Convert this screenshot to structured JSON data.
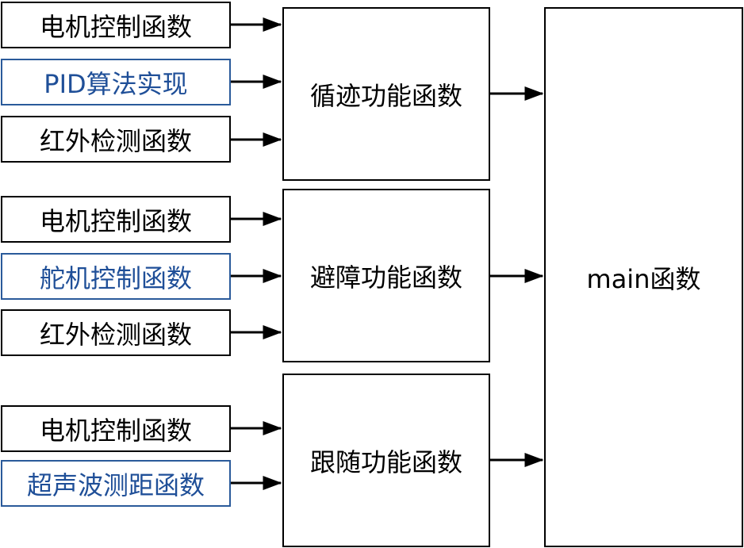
{
  "inputs": [
    {
      "label": "电机控制函数",
      "color": "#000000"
    },
    {
      "label": "PID算法实现",
      "color": "#1f4f98"
    },
    {
      "label": "红外检测函数",
      "color": "#000000"
    },
    {
      "label": "电机控制函数",
      "color": "#000000"
    },
    {
      "label": "舵机控制函数",
      "color": "#1f4f98"
    },
    {
      "label": "红外检测函数",
      "color": "#000000"
    },
    {
      "label": "电机控制函数",
      "color": "#000000"
    },
    {
      "label": "超声波测距函数",
      "color": "#1f4f98"
    }
  ],
  "functions": [
    {
      "label": "循迹功能函数"
    },
    {
      "label": "避障功能函数"
    },
    {
      "label": "跟随功能函数"
    }
  ],
  "main": {
    "label": "main函数"
  }
}
